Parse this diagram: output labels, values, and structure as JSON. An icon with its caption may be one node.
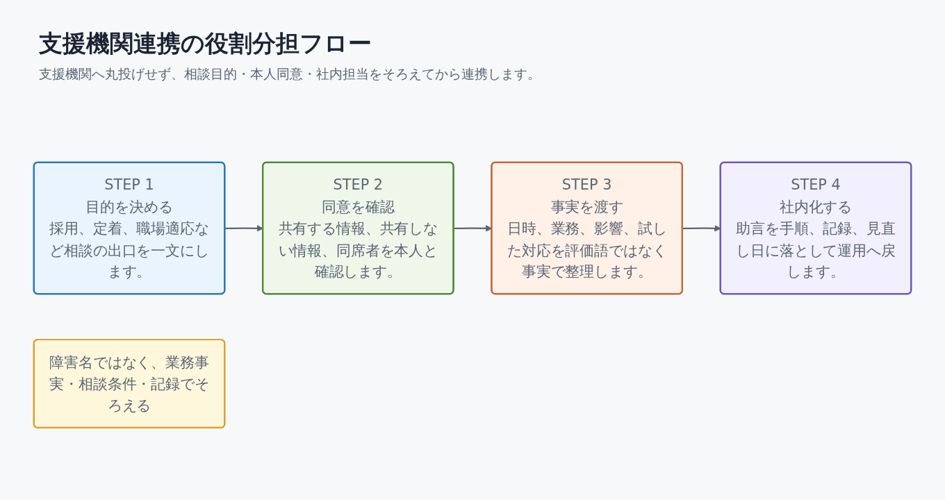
{
  "diagram": {
    "title": "支援機関連携の役割分担フロー",
    "caption": "支援機関へ丸投げせず、相談目的・本人同意・社内担当をそろえてから連携します。",
    "nodes": [
      {
        "text": [
          "STEP 1",
          "目的を決める",
          "採用、定着、職場適応など相談の出口を一文にします。"
        ]
      },
      {
        "text": [
          "STEP 2",
          "同意を確認",
          "共有する情報、共有しない情報、同席者を本人と確認します。"
        ]
      },
      {
        "text": [
          "STEP 3",
          "事実を渡す",
          "日時、業務、影響、試した対応を評価語ではなく事実で整理します。"
        ]
      },
      {
        "text": [
          "STEP 4",
          "社内化する",
          "助言を手順、記録、見直し日に落として運用へ戻します。"
        ]
      },
      {
        "text": [
          "障害名ではなく、業務事実・相談条件・記録でそろえる"
        ]
      }
    ],
    "edges": [
      {
        "from": 0,
        "to": 1,
        "arrow": "to"
      },
      {
        "from": 1,
        "to": 2,
        "arrow": "to"
      },
      {
        "from": 2,
        "to": 3,
        "arrow": "to"
      }
    ]
  }
}
